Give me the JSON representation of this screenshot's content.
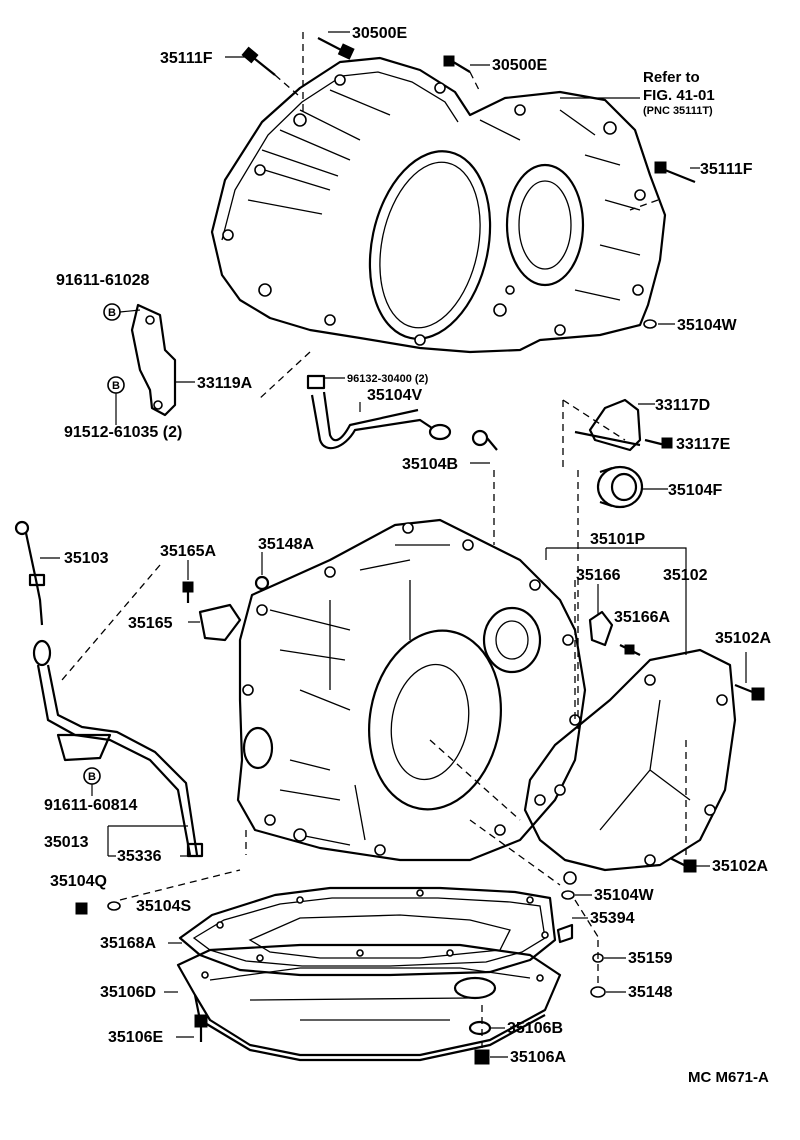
{
  "diagram_code": "MC M671-A",
  "reference_note": {
    "line1": "Refer to",
    "line2": "FIG. 41-01",
    "line3": "(PNC 35111T)"
  },
  "parts": {
    "p30500E_a": "30500E",
    "p30500E_b": "30500E",
    "p35111F_a": "35111F",
    "p35111F_b": "35111F",
    "p35104W_a": "35104W",
    "p35104W_b": "35104W",
    "p91611_61028": "91611-61028",
    "p33119A": "33119A",
    "p91512_61035": "91512-61035 (2)",
    "p96132_30400": "96132-30400 (2)",
    "p35104V": "35104V",
    "p35104B": "35104B",
    "p33117D": "33117D",
    "p33117E": "33117E",
    "p35104F": "35104F",
    "p35103": "35103",
    "p35165A": "35165A",
    "p35148A": "35148A",
    "p35101P": "35101P",
    "p35166": "35166",
    "p35102": "35102",
    "p35165": "35165",
    "p35166A": "35166A",
    "p35102A_a": "35102A",
    "p35102A_b": "35102A",
    "p91611_60814": "91611-60814",
    "p35013": "35013",
    "p35336": "35336",
    "p35104Q": "35104Q",
    "p35104S": "35104S",
    "p35394": "35394",
    "p35168A": "35168A",
    "p35159": "35159",
    "p35106D": "35106D",
    "p35148": "35148",
    "p35106B": "35106B",
    "p35106E": "35106E",
    "p35106A": "35106A"
  },
  "badges": {
    "b_top": "B",
    "b_mid": "B",
    "b_low": "B"
  },
  "icons": [
    "transmission-housing-icon",
    "transaxle-case-icon",
    "oil-pan-icon",
    "extension-housing-icon",
    "bolt-icon",
    "oil-seal-icon",
    "dipstick-icon",
    "bracket-icon",
    "gasket-icon",
    "hose-icon"
  ]
}
